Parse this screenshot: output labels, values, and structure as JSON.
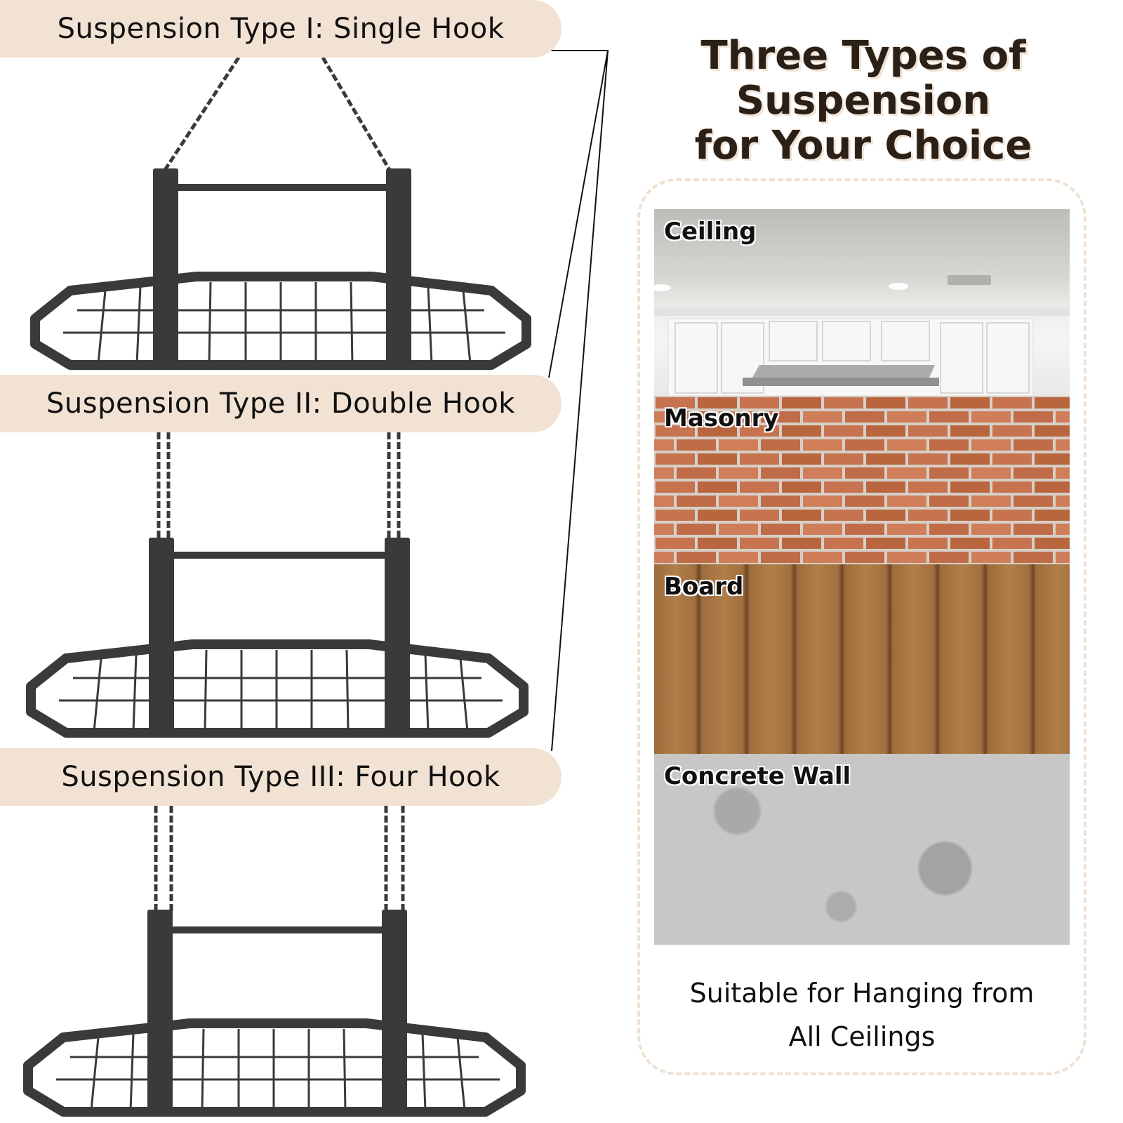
{
  "suspension_types": [
    {
      "label": "Suspension Type I: Single Hook"
    },
    {
      "label": "Suspension Type II: Double Hook"
    },
    {
      "label": "Suspension Type III: Four Hook"
    }
  ],
  "headline": {
    "line1": "Three Types of Suspension",
    "line2": "for Your Choice"
  },
  "surfaces": [
    {
      "label": "Ceiling"
    },
    {
      "label": "Masonry"
    },
    {
      "label": "Board"
    },
    {
      "label": "Concrete Wall"
    }
  ],
  "footnote": {
    "line1": "Suitable for Hanging from",
    "line2": "All Ceilings"
  },
  "colors": {
    "pill_background": "#f1e2d4",
    "rack_metal": "#3a3a3a",
    "panel_border": "#efe0d2",
    "brick": "#ca7a58"
  }
}
